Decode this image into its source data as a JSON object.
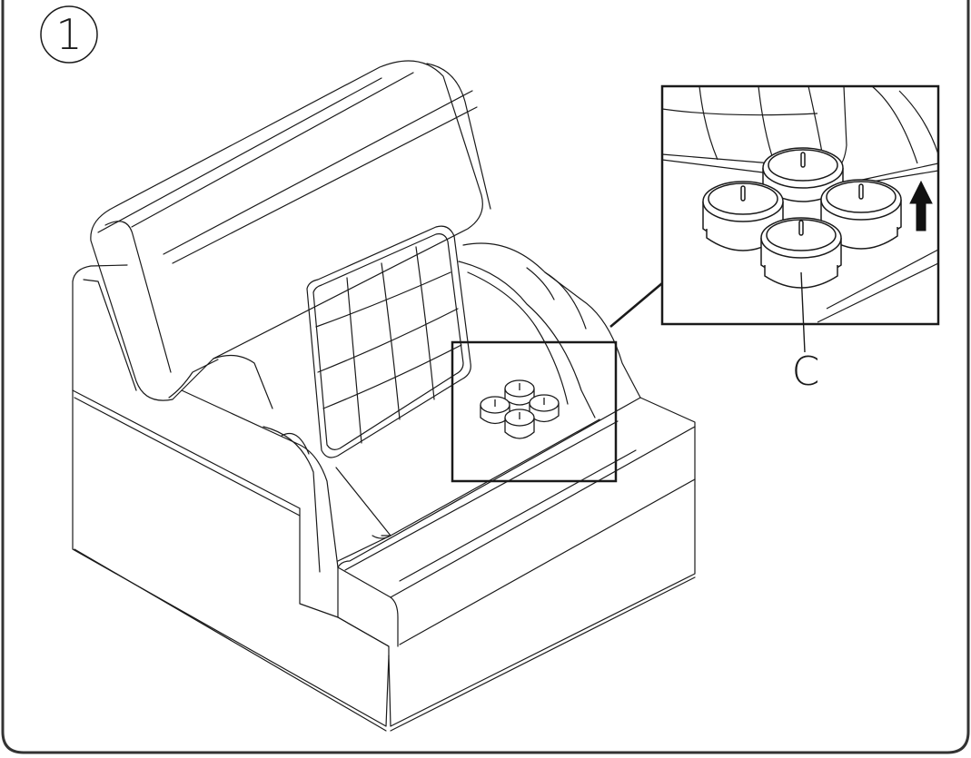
{
  "step": {
    "number": "1"
  },
  "callout": {
    "part_letter": "C"
  },
  "icons": {
    "step_marker": "circle-outline",
    "direction": "arrow-up-icon"
  },
  "colors": {
    "line": "#1a1a1a",
    "frame": "#333333",
    "background": "#ffffff"
  }
}
